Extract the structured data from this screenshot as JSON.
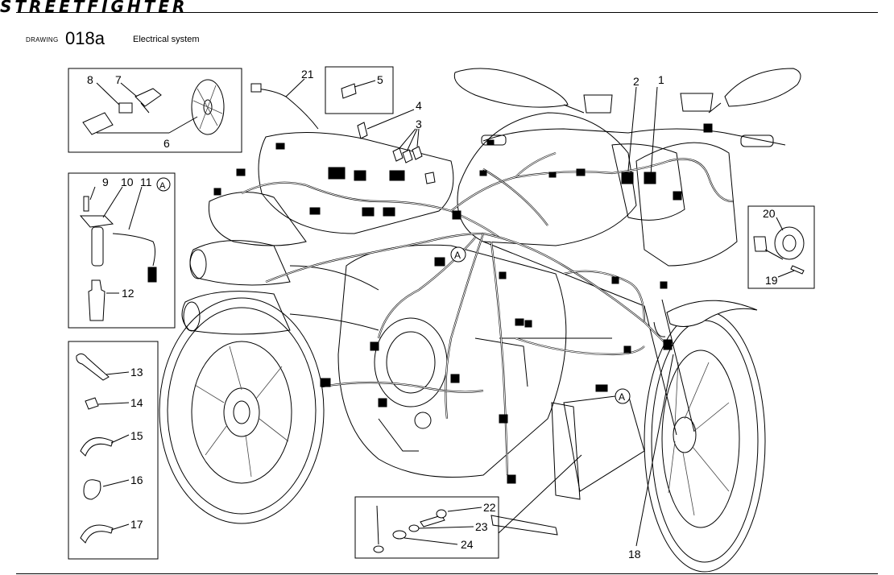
{
  "header": {
    "brand": "STREETFIGHTER",
    "drawing_label": "DRAWING",
    "drawing_number": "018a",
    "drawing_title": "Electrical system"
  },
  "callouts": {
    "c1": "1",
    "c2": "2",
    "c3": "3",
    "c4": "4",
    "c5": "5",
    "c6": "6",
    "c7": "7",
    "c8": "8",
    "c9": "9",
    "c10": "10",
    "c11": "11",
    "c12": "12",
    "c13": "13",
    "c14": "14",
    "c15": "15",
    "c16": "16",
    "c17": "17",
    "c18": "18",
    "c19": "19",
    "c20": "20",
    "c21": "21",
    "c22": "22",
    "c23": "23",
    "c24": "24"
  },
  "references": {
    "ref_a": "A"
  }
}
